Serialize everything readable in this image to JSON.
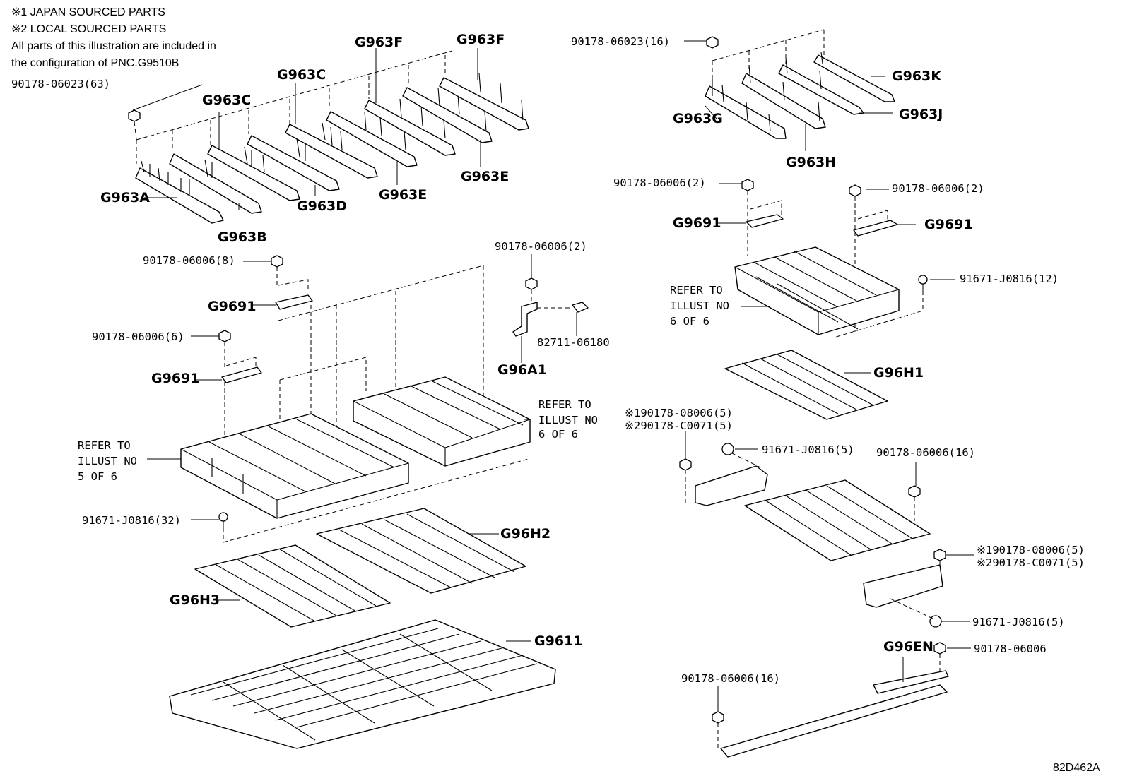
{
  "notes": {
    "line1": "※1 JAPAN SOURCED PARTS",
    "line2": "※2 LOCAL SOURCED PARTS",
    "line3": "All parts of this illustration are included in",
    "line4": "the configuration of PNC.G9510B"
  },
  "diagram_id": "82D462A",
  "part_codes": {
    "g963a": "G963A",
    "g963b": "G963B",
    "g963c_1": "G963C",
    "g963c_2": "G963C",
    "g963d": "G963D",
    "g963e_1": "G963E",
    "g963e_2": "G963E",
    "g963f_1": "G963F",
    "g963f_2": "G963F",
    "g963g": "G963G",
    "g963h": "G963H",
    "g963j": "G963J",
    "g963k": "G963K",
    "g9691_1": "G9691",
    "g9691_2": "G9691",
    "g9691_3": "G9691",
    "g9691_4": "G9691",
    "g96a1": "G96A1",
    "g96h1": "G96H1",
    "g96h2": "G96H2",
    "g96h3": "G96H3",
    "g9611": "G9611",
    "g96en": "G96EN"
  },
  "part_numbers": {
    "pn_63": "90178-06023(63)",
    "pn_16_top": "90178-06023(16)",
    "pn_2_a": "90178-06006(2)",
    "pn_2_b": "90178-06006(2)",
    "pn_2_c": "90178-06006(2)",
    "pn_8": "90178-06006(8)",
    "pn_6": "90178-06006(6)",
    "pn_sensor": "82711-06180",
    "pn_bolt_32": "91671-J0816(32)",
    "pn_bolt_12": "91671-J0816(12)",
    "pn_bolt_5a": "91671-J0816(5)",
    "pn_bolt_5b": "91671-J0816(5)",
    "pn_nut_16a": "90178-06006(16)",
    "pn_nut_16b": "90178-06006(16)",
    "pn_nut_single": "90178-06006",
    "pn_j1_a": "※190178-08006(5)",
    "pn_j2_a": "※290178-C0071(5)",
    "pn_j1_b": "※190178-08006(5)",
    "pn_j2_b": "※290178-C0071(5)"
  },
  "refer_notes": {
    "left": [
      "REFER TO",
      "ILLUST NO",
      "5 OF 6"
    ],
    "mid": [
      "REFER TO",
      "ILLUST NO",
      "6 OF 6"
    ],
    "right": [
      "REFER TO",
      "ILLUST NO",
      "6 OF 6"
    ]
  }
}
